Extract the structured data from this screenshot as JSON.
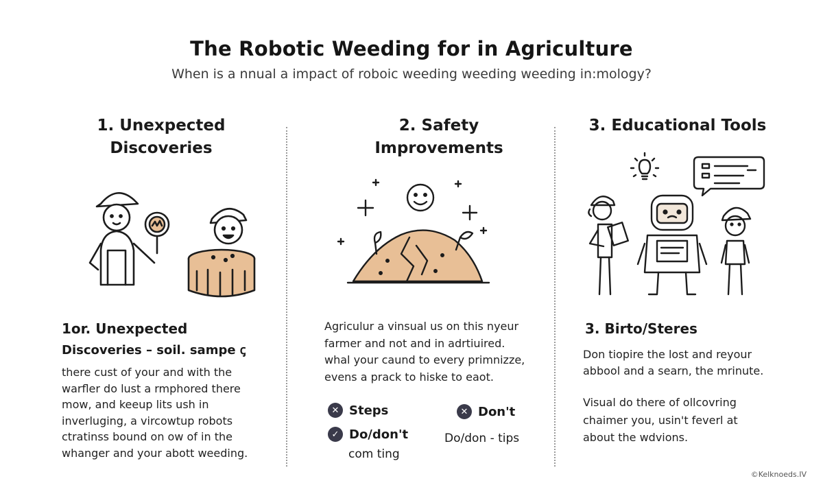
{
  "header": {
    "title": "The Robotic Weeding for in Agriculture",
    "subtitle": "When is a nnual a impact of roboic weeding weeding weeding in:mology?"
  },
  "columns": [
    {
      "heading_lines": [
        "1. Unexpected",
        "Discoveries"
      ],
      "sub_heading_lines": [
        "1or. Unexpected",
        "Discoveries – soil. sampe ꞔ"
      ],
      "body_lines": [
        "there cust of your and with the",
        "warfler do lust a rmphored there",
        "mow, and keeup lits ush in",
        "inverluging, a vircowtup robots",
        "ctratinss bound on ow of in the",
        "whanger and your abott weeding."
      ]
    },
    {
      "heading_lines": [
        "2. Safety",
        "Improvements"
      ],
      "body_lines": [
        "Agriculur a vinsual us on this nyeur",
        "farmer and not and in adrtiuired.",
        "whal your caund to every primnizze,",
        "evens a prack to hiske to eaot."
      ],
      "tips": [
        {
          "icon": "x",
          "label": "Steps"
        },
        {
          "icon": "x",
          "label": "Don't"
        },
        {
          "icon": "check",
          "label": "Do/don't"
        }
      ],
      "tip_extra": [
        "com ting",
        "Do/don - tips"
      ]
    },
    {
      "heading_lines": [
        "3. Educational Tools"
      ],
      "sub_heading": "3. Birto/Steres",
      "body_lines_a": [
        "Don tiopire the lost and reyour",
        "abbool and a searn, the mrinute."
      ],
      "body_lines_b": [
        "Visual do there of ollcovring",
        "chaimer you, usin't feverl at",
        "about the wdvions."
      ]
    }
  ],
  "footer": {
    "watermark": "©Kelknoeds.IV"
  },
  "colors": {
    "sand": "#e8bf96",
    "ink": "#1c1c1c",
    "icon_dark": "#3a3a4a"
  }
}
